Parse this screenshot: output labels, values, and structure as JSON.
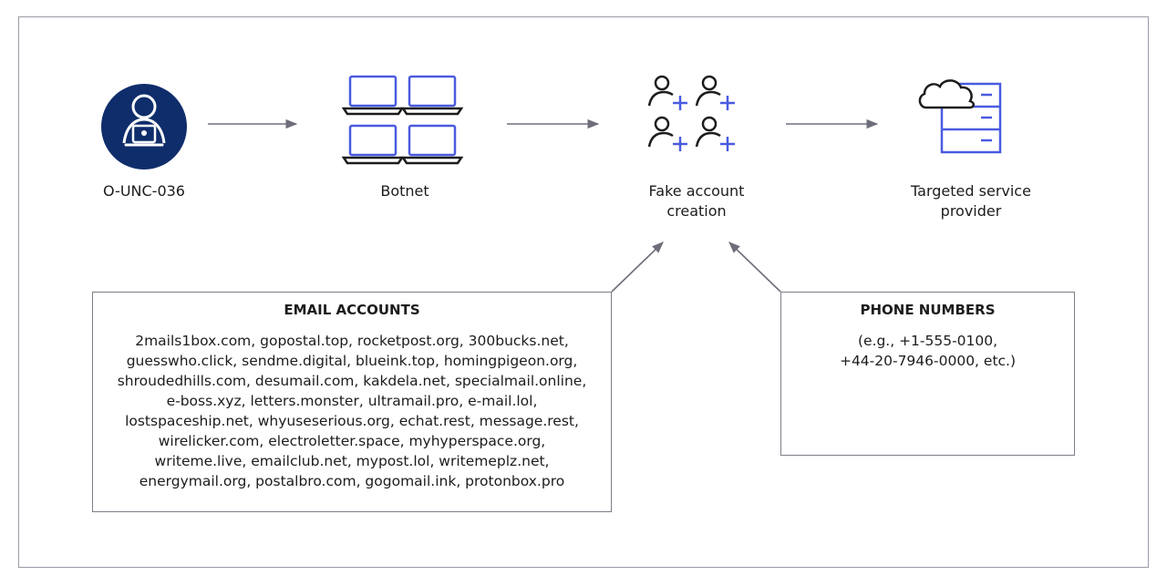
{
  "nodes": {
    "actor": {
      "label": "O-UNC-036"
    },
    "botnet": {
      "label": "Botnet"
    },
    "fake_accounts": {
      "label_line1": "Fake account",
      "label_line2": "creation"
    },
    "target": {
      "label_line1": "Targeted service",
      "label_line2": "provider"
    }
  },
  "email_box": {
    "title": "EMAIL ACCOUNTS",
    "lines": [
      "2mails1box.com, gopostal.top, rocketpost.org, 300bucks.net,",
      "guesswho.click, sendme.digital, blueink.top, homingpigeon.org,",
      "shroudedhills.com, desumail.com, kakdela.net, specialmail.online,",
      "e-boss.xyz, letters.monster, ultramail.pro, e-mail.lol,",
      "lostspaceship.net, whyuseserious.org, echat.rest, message.rest,",
      "wirelicker.com, electroletter.space, myhyperspace.org,",
      "writeme.live, emailclub.net, mypost.lol, writemeplz.net,",
      "energymail.org, postalbro.com, gogomail.ink, protonbox.pro"
    ]
  },
  "phone_box": {
    "title": "PHONE NUMBERS",
    "lines": [
      "(e.g., +1-555-0100,",
      "+44-20-7946-0000, etc.)"
    ]
  },
  "colors": {
    "accent_blue": "#4a5be0",
    "navy": "#0f2d6b",
    "line": "#6e6e7a"
  },
  "icons": [
    "hacker-icon",
    "laptop-icon",
    "add-user-icon",
    "cloud-server-icon"
  ]
}
